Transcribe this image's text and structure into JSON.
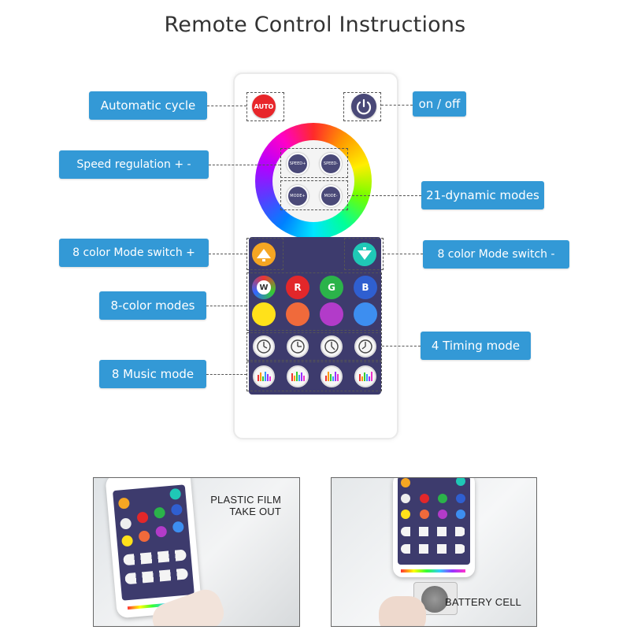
{
  "title": "Remote Control Instructions",
  "labels": {
    "auto_cycle": "Automatic cycle",
    "on_off": "on / off",
    "speed": "Speed regulation + -",
    "dynamic": "21-dynamic modes",
    "mode_plus": "8 color Mode switch +",
    "mode_minus": "8 color Mode switch -",
    "color_modes": "8-color modes",
    "timing": "4 Timing mode",
    "music": "8 Music mode"
  },
  "remote": {
    "auto_button": "AUTO",
    "speed_plus": "SPEED+",
    "speed_minus": "SPEED-",
    "mode_plus": "MODE+",
    "mode_minus": "MODE-",
    "color_letters": [
      "W",
      "R",
      "G",
      "B"
    ]
  },
  "photos": {
    "left_caption": [
      "PLASTIC FILM",
      "TAKE OUT"
    ],
    "right_caption": "BATTERY CELL"
  },
  "colors": {
    "label_bg": "#3399d6",
    "panel": "#3d3b6d",
    "auto_red": "#e8262a",
    "power": "#4a4978"
  }
}
